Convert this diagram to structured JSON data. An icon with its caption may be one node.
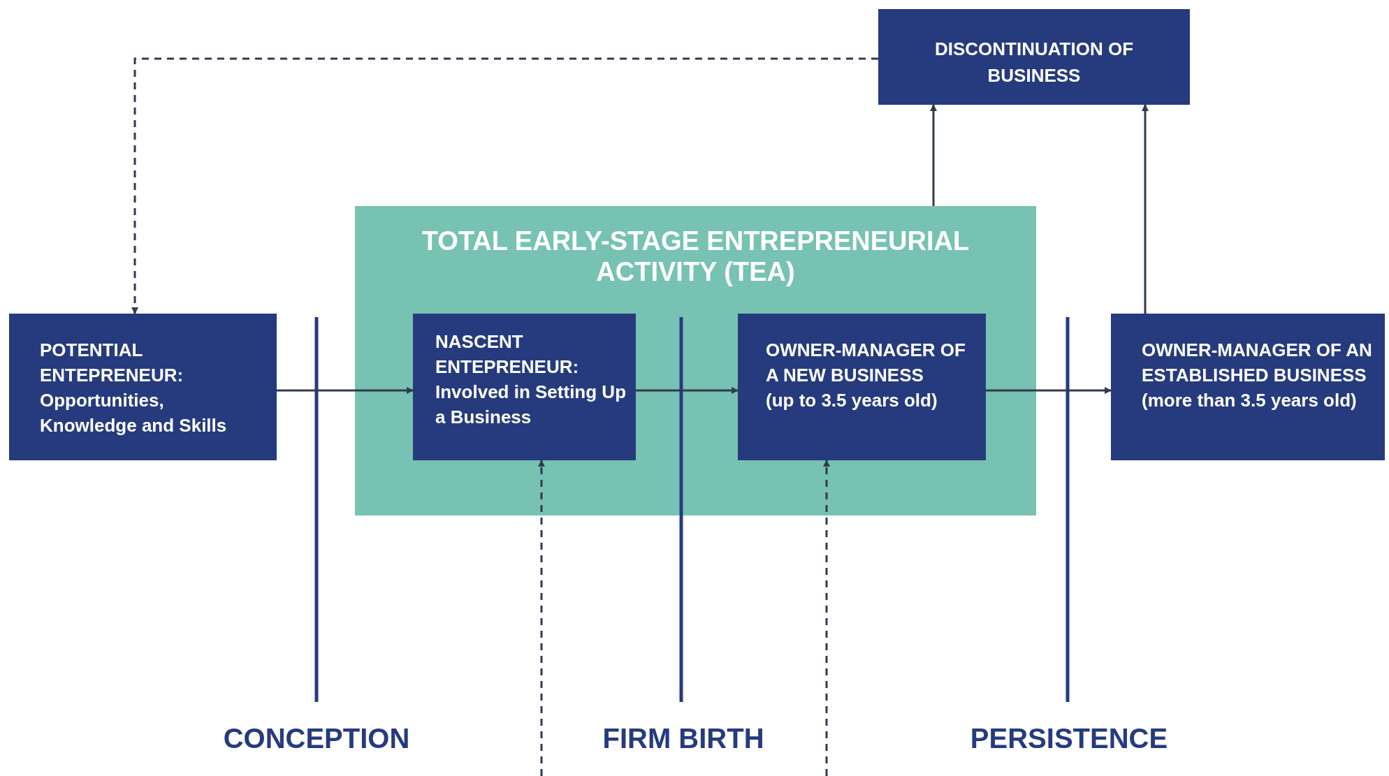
{
  "diagram": {
    "nodes": [
      {
        "text": [
          "DISCONTINUATION OF BUSINESS"
        ]
      },
      {
        "text": [
          "TOTAL EARLY-STAGE ENTREPRENEURIAL ACTIVITY (TEA)"
        ]
      },
      {
        "text": [
          "POTENTIAL ENTEPRENEUR:",
          "Opportunities, Knowledge and Skills"
        ]
      },
      {
        "text": [
          "NASCENT ENTEPRENEUR:",
          "Involved in Setting Up a Business"
        ],
        "in": 1
      },
      {
        "text": [
          "OWNER-MANAGER OF A NEW BUSINESS",
          "(up to 3.5 years old)"
        ],
        "in": 1
      },
      {
        "text": [
          "OWNER-MANAGER OF AN ESTABLISHED BUSINESS (more than 3.5 years old)"
        ]
      }
    ],
    "edges": [
      {
        "from": 0,
        "to": 2,
        "arrow": "to",
        "style": "dashed"
      },
      {
        "from": 1,
        "to": 0,
        "arrow": "to"
      },
      {
        "from": 5,
        "to": 0,
        "arrow": "to"
      },
      {
        "from": 2,
        "to": 3,
        "arrow": "to"
      },
      {
        "from": 3,
        "to": 4,
        "arrow": "to"
      },
      {
        "from": 4,
        "to": 5,
        "arrow": "to"
      },
      {
        "from": null,
        "to": 3,
        "arrow": "to",
        "style": "dashed"
      },
      {
        "from": null,
        "to": 4,
        "arrow": "to",
        "style": "dashed"
      }
    ],
    "labels": [
      "CONCEPTION",
      "FIRM BIRTH",
      "PERSISTENCE"
    ]
  }
}
